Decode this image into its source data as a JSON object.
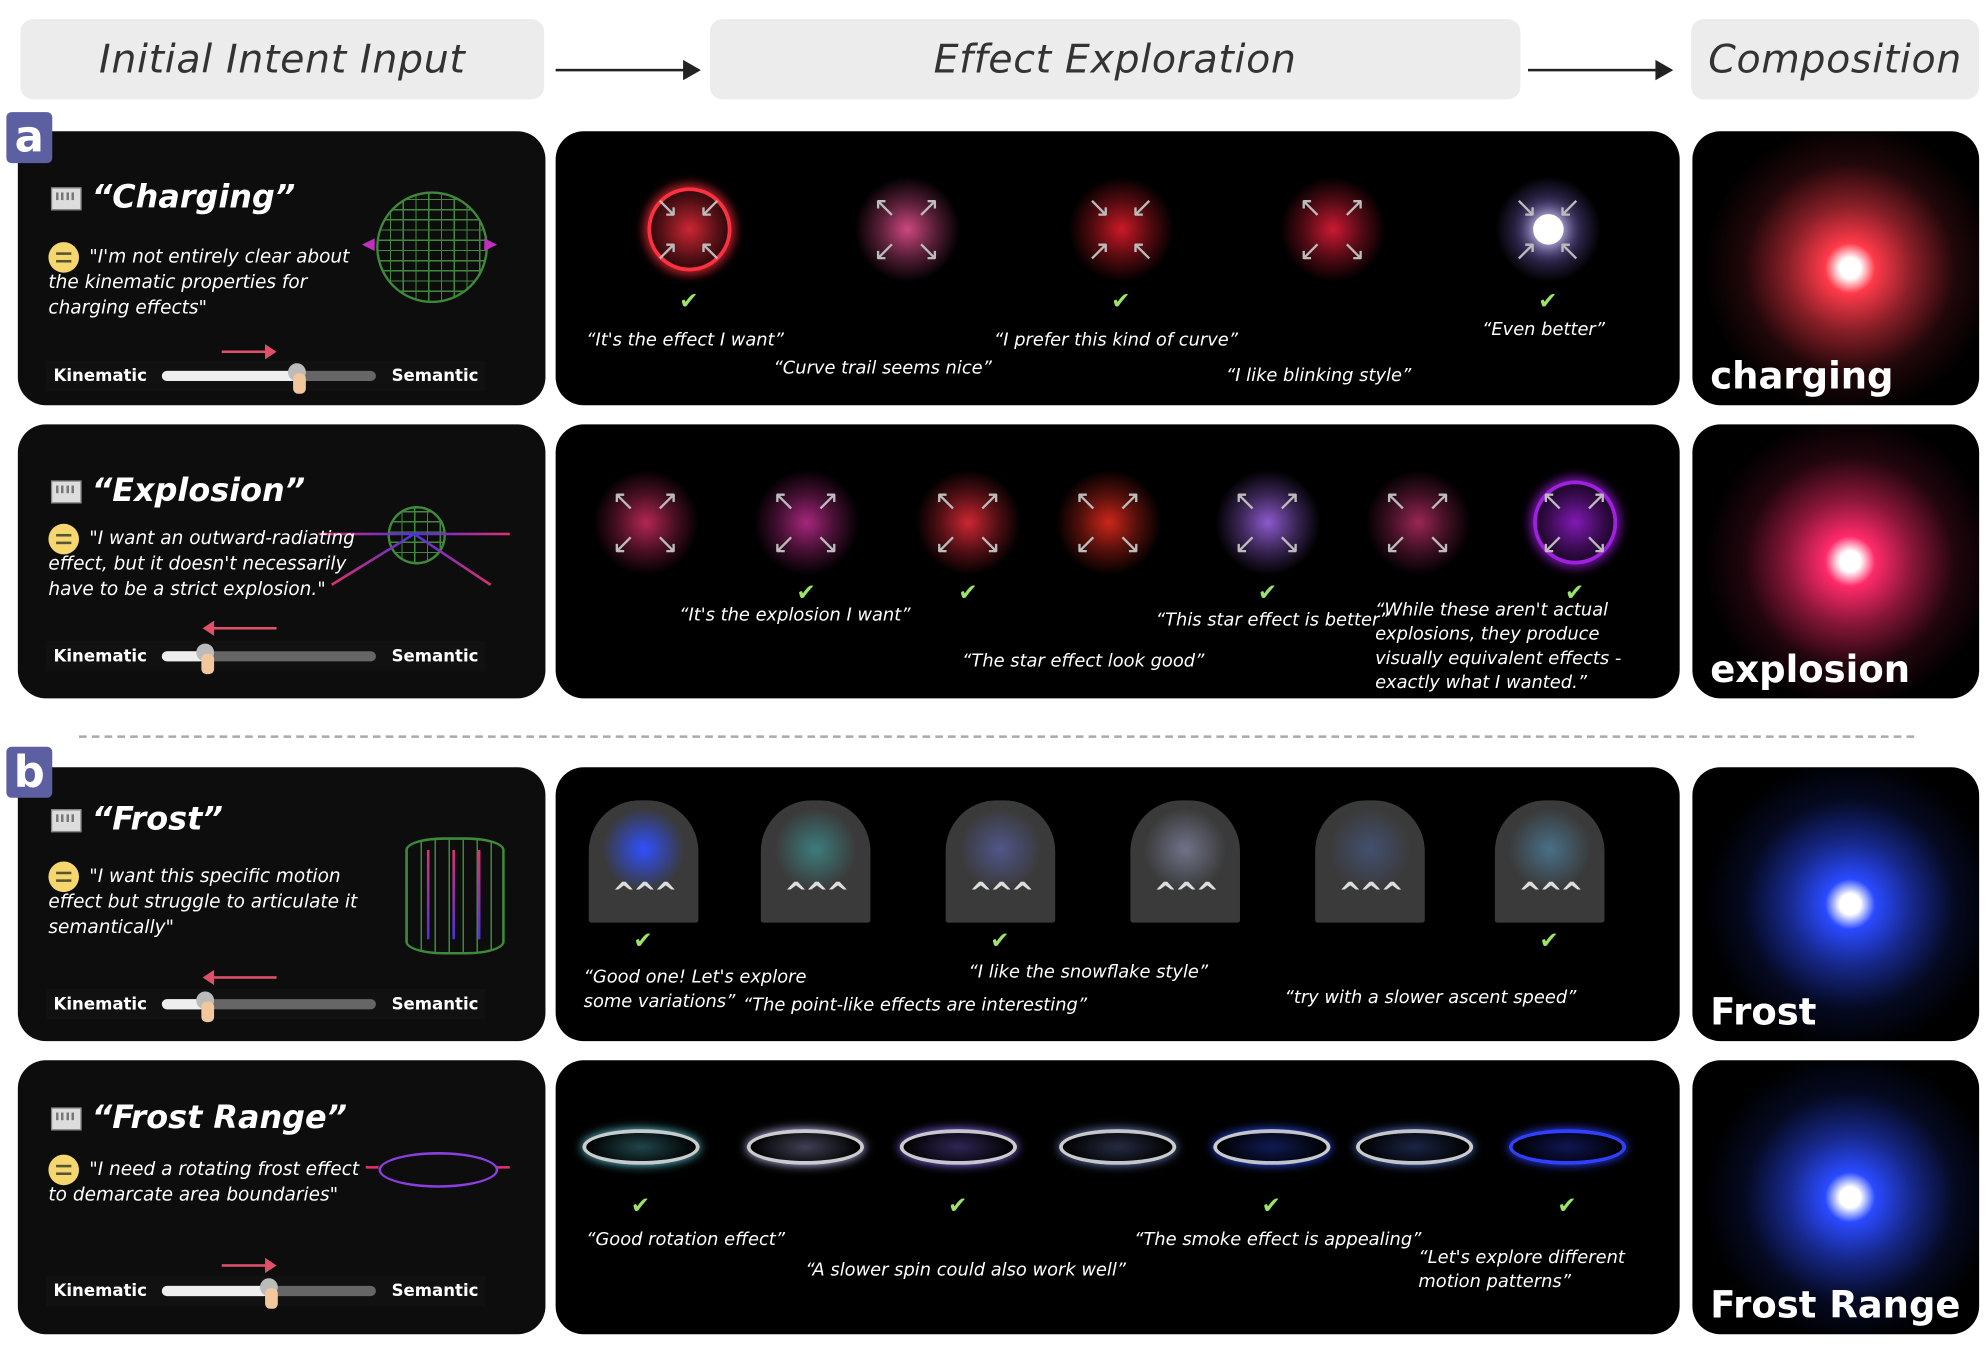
{
  "stages": {
    "intent": "Initial Intent Input",
    "exploration": "Effect Exploration",
    "composition": "Composition"
  },
  "section_labels": [
    "a",
    "b"
  ],
  "slider_labels": {
    "left": "Kinematic",
    "right": "Semantic"
  },
  "rows": [
    {
      "title": "“Charging”",
      "quote": "\"I'm not entirely clear about the kinematic properties for charging effects\"",
      "slider_value": 0.63,
      "slider_direction": "right",
      "motion_preview": "sphere-inward",
      "composition_label": "charging",
      "composition_color": "#ff3a4a",
      "thumbnails": [
        {
          "effect": "red-ring-inward",
          "color": "#ff3040",
          "selected": true
        },
        {
          "effect": "pink-curve-burst",
          "color": "#ff5aa0",
          "selected": false
        },
        {
          "effect": "red-curve-inward",
          "color": "#ff2030",
          "selected": true
        },
        {
          "effect": "red-blink-outward",
          "color": "#ff2040",
          "selected": false
        },
        {
          "effect": "white-orb-inward",
          "color": "#9a80ff",
          "selected": true
        }
      ],
      "feedback": [
        "“It's the effect I want”",
        "“Curve trail seems nice”",
        "“I prefer this kind of curve”",
        "“I like blinking style”",
        "“Even better”"
      ]
    },
    {
      "title": "“Explosion”",
      "quote": "\"I want an outward-radiating effect, but it doesn't necessarily have to be a strict explosion.\"",
      "slider_value": 0.2,
      "slider_direction": "left",
      "motion_preview": "sphere-outward",
      "composition_label": "explosion",
      "composition_color": "#ff2a6a",
      "thumbnails": [
        {
          "effect": "pink-shards",
          "color": "#e0306a",
          "selected": false
        },
        {
          "effect": "magenta-petals",
          "color": "#d0309a",
          "selected": true
        },
        {
          "effect": "red-rays",
          "color": "#ff3040",
          "selected": true
        },
        {
          "effect": "red-sparks",
          "color": "#ff3020",
          "selected": false
        },
        {
          "effect": "purple-stars",
          "color": "#b070ff",
          "selected": true
        },
        {
          "effect": "pink-glow",
          "color": "#c0306a",
          "selected": false
        },
        {
          "effect": "purple-ring",
          "color": "#a020e0",
          "selected": true
        }
      ],
      "feedback": [
        "“It's the explosion I want”",
        "“The star effect look good”",
        "“This star effect is better”",
        "“While these aren't actual explosions, they produce visually equivalent effects - exactly what I wanted.”"
      ]
    },
    {
      "title": "“Frost”",
      "quote": "\"I want this specific motion effect but struggle to articulate it semantically\"",
      "slider_value": 0.2,
      "slider_direction": "left",
      "motion_preview": "cylinder-upward",
      "composition_label": "Frost",
      "composition_color": "#2a4aff",
      "thumbnails": [
        {
          "effect": "blue-smoke",
          "color": "#3050ff",
          "selected": true
        },
        {
          "effect": "cyan-points",
          "color": "#40e0e0",
          "selected": false
        },
        {
          "effect": "blue-snowflakes",
          "color": "#7080ff",
          "selected": true
        },
        {
          "effect": "white-snowflakes",
          "color": "#c0c8ff",
          "selected": false
        },
        {
          "effect": "sparse-points",
          "color": "#5070c0",
          "selected": false
        },
        {
          "effect": "cyan-sparkles",
          "color": "#60c0ff",
          "selected": true
        }
      ],
      "feedback": [
        "“Good one! Let's explore some variations”",
        "“The point-like effects are interesting”",
        "“I like the snowflake style”",
        "“try with a slower ascent speed”"
      ]
    },
    {
      "title": "“Frost Range”",
      "quote": "\"I need a rotating frost effect to demarcate area boundaries\"",
      "slider_value": 0.5,
      "slider_direction": "right",
      "motion_preview": "ring-rotating",
      "composition_label": "Frost Range",
      "composition_color": "#2a4aff",
      "thumbnails": [
        {
          "effect": "cyan-flake-ring",
          "color": "#60d0e0",
          "selected": true
        },
        {
          "effect": "white-ring",
          "color": "#c0c0ff",
          "selected": false
        },
        {
          "effect": "purple-spark-ring",
          "color": "#9070ff",
          "selected": true
        },
        {
          "effect": "dotted-ring",
          "color": "#7080c0",
          "selected": false
        },
        {
          "effect": "smoke-ring",
          "color": "#3050ff",
          "selected": true
        },
        {
          "effect": "smoke-cluster",
          "color": "#5070d0",
          "selected": false
        },
        {
          "effect": "blue-glow-ring",
          "color": "#3040ff",
          "selected": true
        }
      ],
      "feedback": [
        "“Good rotation effect”",
        "“A slower spin could also work well”",
        "“The smoke effect is appealing”",
        "“Let's explore different motion patterns”"
      ]
    }
  ]
}
